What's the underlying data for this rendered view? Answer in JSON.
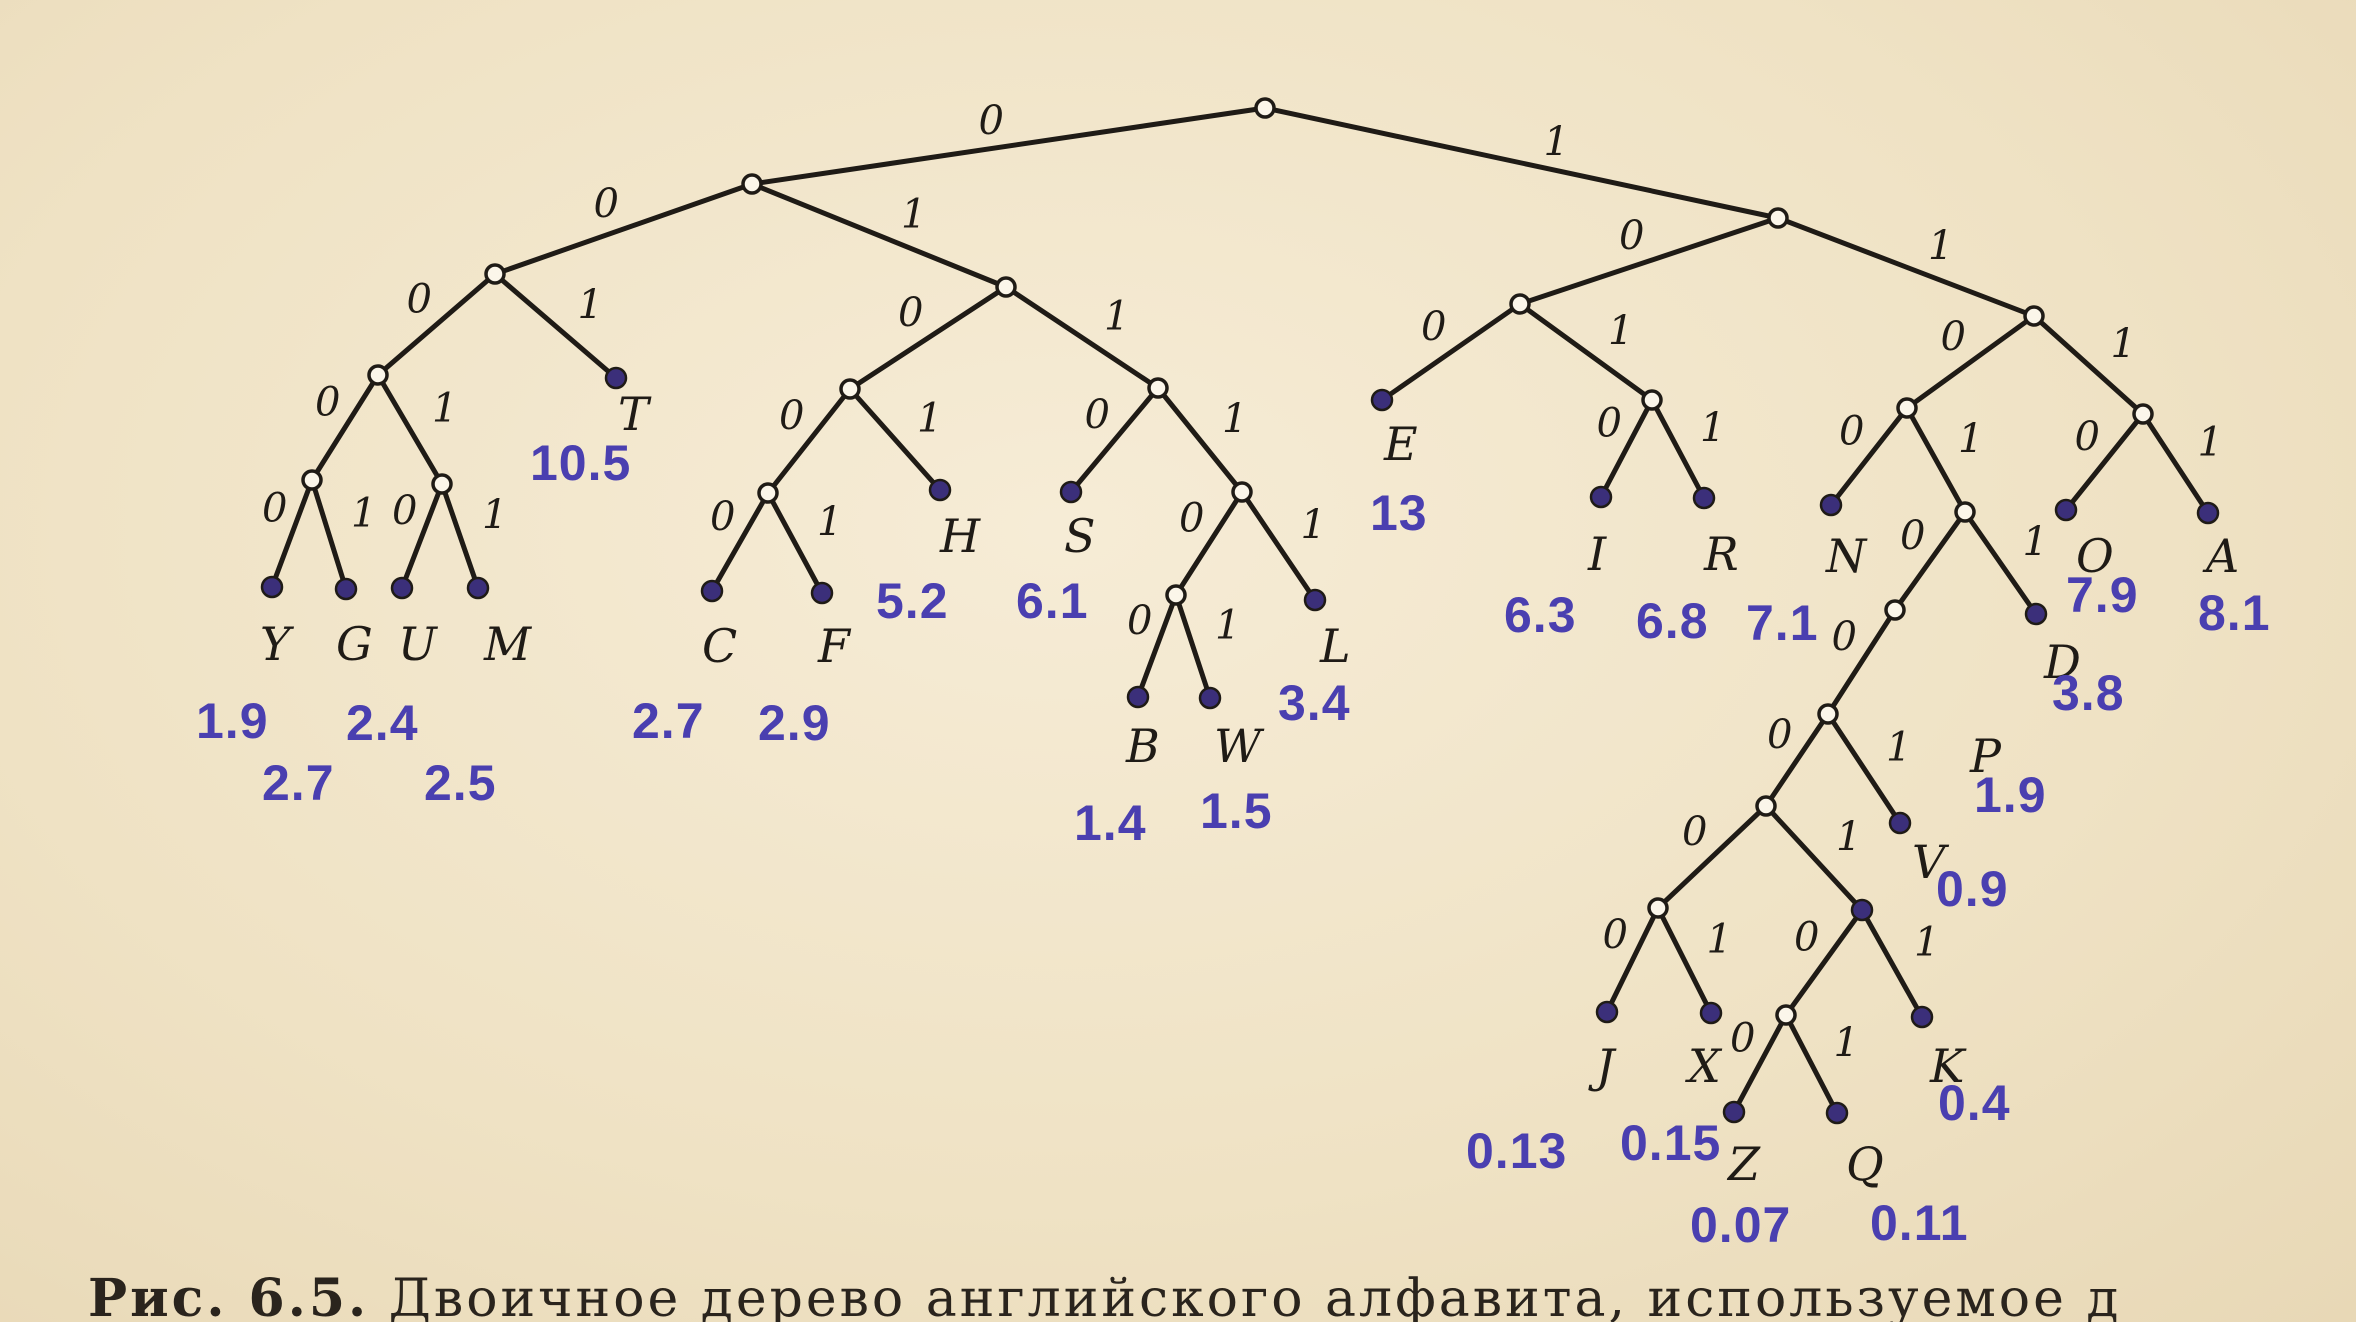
{
  "caption": {
    "figure": "Рис. 6.5.",
    "text": "Двоичное дерево английского алфавита, используемое д"
  },
  "tree": {
    "edge_bits": [
      "0",
      "1"
    ],
    "leaves": [
      {
        "letter": "Y",
        "code": "00000",
        "frequency": "1.9"
      },
      {
        "letter": "G",
        "code": "00001",
        "frequency": "2.4"
      },
      {
        "letter": "U",
        "code": "00010",
        "frequency": "2.7"
      },
      {
        "letter": "M",
        "code": "00011",
        "frequency": "2.5"
      },
      {
        "letter": "T",
        "code": "001",
        "frequency": "10.5"
      },
      {
        "letter": "C",
        "code": "01000",
        "frequency": "2.7"
      },
      {
        "letter": "F",
        "code": "01001",
        "frequency": "2.9"
      },
      {
        "letter": "H",
        "code": "0101",
        "frequency": "5.2"
      },
      {
        "letter": "S",
        "code": "0110",
        "frequency": "6.1"
      },
      {
        "letter": "B",
        "code": "011100",
        "frequency": "1.4"
      },
      {
        "letter": "W",
        "code": "011101",
        "frequency": "1.5"
      },
      {
        "letter": "L",
        "code": "01111",
        "frequency": "3.4"
      },
      {
        "letter": "E",
        "code": "100",
        "frequency": "13"
      },
      {
        "letter": "I",
        "code": "1010",
        "frequency": "6.3"
      },
      {
        "letter": "R",
        "code": "1011",
        "frequency": "6.8"
      },
      {
        "letter": "N",
        "code": "1100",
        "frequency": "7.1"
      },
      {
        "letter": "J",
        "code": "110100000",
        "frequency": "0.13"
      },
      {
        "letter": "X",
        "code": "110100001",
        "frequency": "0.15"
      },
      {
        "letter": "Z",
        "code": "1101000100",
        "frequency": "0.07"
      },
      {
        "letter": "Q",
        "code": "1101000101",
        "frequency": "0.11"
      },
      {
        "letter": "K",
        "code": "110100011",
        "frequency": "0.4"
      },
      {
        "letter": "V",
        "code": "11010001",
        "frequency": "0.9"
      },
      {
        "letter": "P",
        "code": "1101001",
        "frequency": "1.9"
      },
      {
        "letter": "D",
        "code": "11011",
        "frequency": "3.8"
      },
      {
        "letter": "O",
        "code": "1110",
        "frequency": "7.9"
      },
      {
        "letter": "A",
        "code": "1111",
        "frequency": "8.1"
      }
    ]
  },
  "colors": {
    "ink": "#1f1b16",
    "pencil_annotation": "#4a3fb0",
    "leaf_fill": "#3b2f7a",
    "paper": "#f1e6cc"
  }
}
